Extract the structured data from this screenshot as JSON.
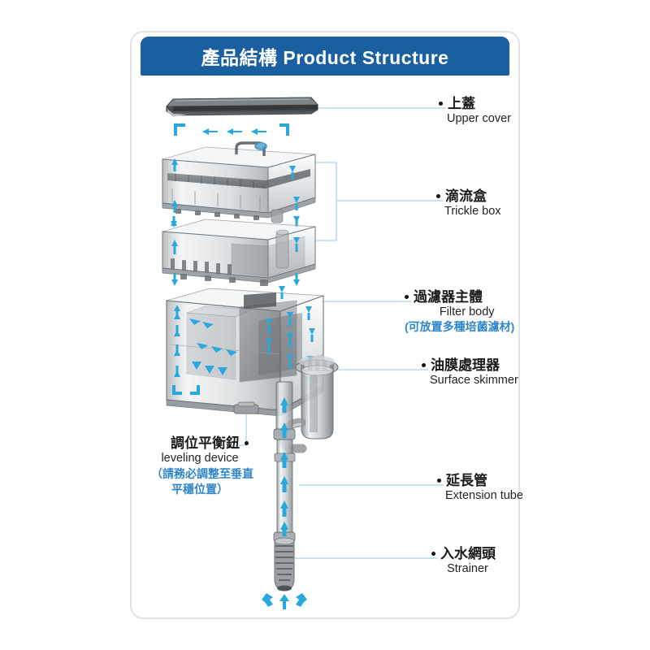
{
  "header": {
    "title": "產品結構 Product Structure",
    "bg_color": "#1a5fa0",
    "text_color": "#ffffff"
  },
  "colors": {
    "accent_blue": "#1a5fa0",
    "arrow_cyan": "#29a8e0",
    "leader_line": "#b9dcea",
    "note_blue": "#2f86c8",
    "card_border": "#e3e3e3"
  },
  "callouts": {
    "upper_cover": {
      "zh": "上蓋",
      "en": "Upper cover"
    },
    "trickle_box": {
      "zh": "滴流盒",
      "en": "Trickle box"
    },
    "filter_body": {
      "zh": "過濾器主體",
      "en": "Filter body",
      "note": "(可放置多種培菌濾材)"
    },
    "surface_skimmer": {
      "zh": "油膜處理器",
      "en": "Surface skimmer"
    },
    "leveling_device": {
      "zh": "調位平衡鈕",
      "en": "leveling device",
      "note_line1": "（請務必調整至垂直",
      "note_line2": "平穩位置）"
    },
    "extension_tube": {
      "zh": "延長管",
      "en": "Extension tube"
    },
    "strainer": {
      "zh": "入水網頭",
      "en": "Strainer"
    }
  },
  "diagram": {
    "parts": [
      "upper-cover-lid",
      "trickle-box-upper",
      "trickle-box-lower",
      "filter-body-tank",
      "surface-skimmer-cylinder",
      "extension-tube",
      "strainer-intake",
      "leveling-knob"
    ],
    "flow_arrow_color": "#29a8e0"
  }
}
